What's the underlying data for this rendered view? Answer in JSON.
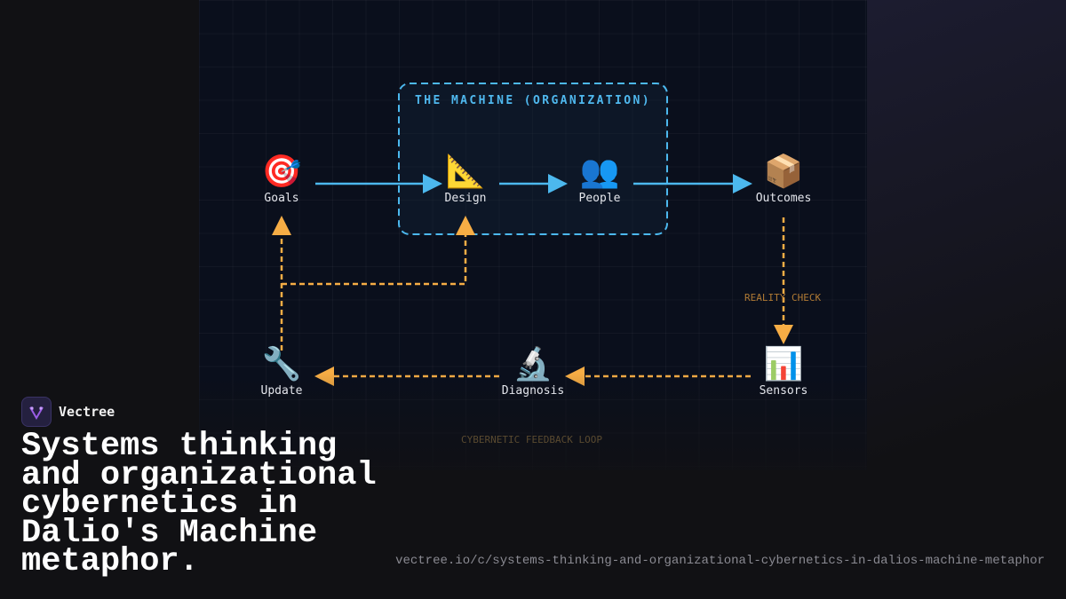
{
  "diagram": {
    "group_title": "THE MACHINE (ORGANIZATION)",
    "nodes": {
      "goals": {
        "label": "Goals",
        "icon": "🎯"
      },
      "design": {
        "label": "Design",
        "icon": "📐"
      },
      "people": {
        "label": "People",
        "icon": "👥"
      },
      "outcomes": {
        "label": "Outcomes",
        "icon": "📦"
      },
      "sensors": {
        "label": "Sensors",
        "icon": "📊"
      },
      "diagnosis": {
        "label": "Diagnosis",
        "icon": "🔬"
      },
      "update": {
        "label": "Update",
        "icon": "🔧"
      }
    },
    "reality_check": "REALITY CHECK",
    "loop_caption": "CYBERNETIC FEEDBACK LOOP",
    "colors": {
      "forward": "#4cb8ee",
      "feedback": "#f6ad45",
      "background": "#0a0f1c"
    }
  },
  "brand": {
    "name": "Vectree"
  },
  "headline": "Systems thinking and organizational cybernetics in Dalio's Machine metaphor.",
  "url": "vectree.io/c/systems-thinking-and-organizational-cybernetics-in-dalios-machine-metaphor"
}
